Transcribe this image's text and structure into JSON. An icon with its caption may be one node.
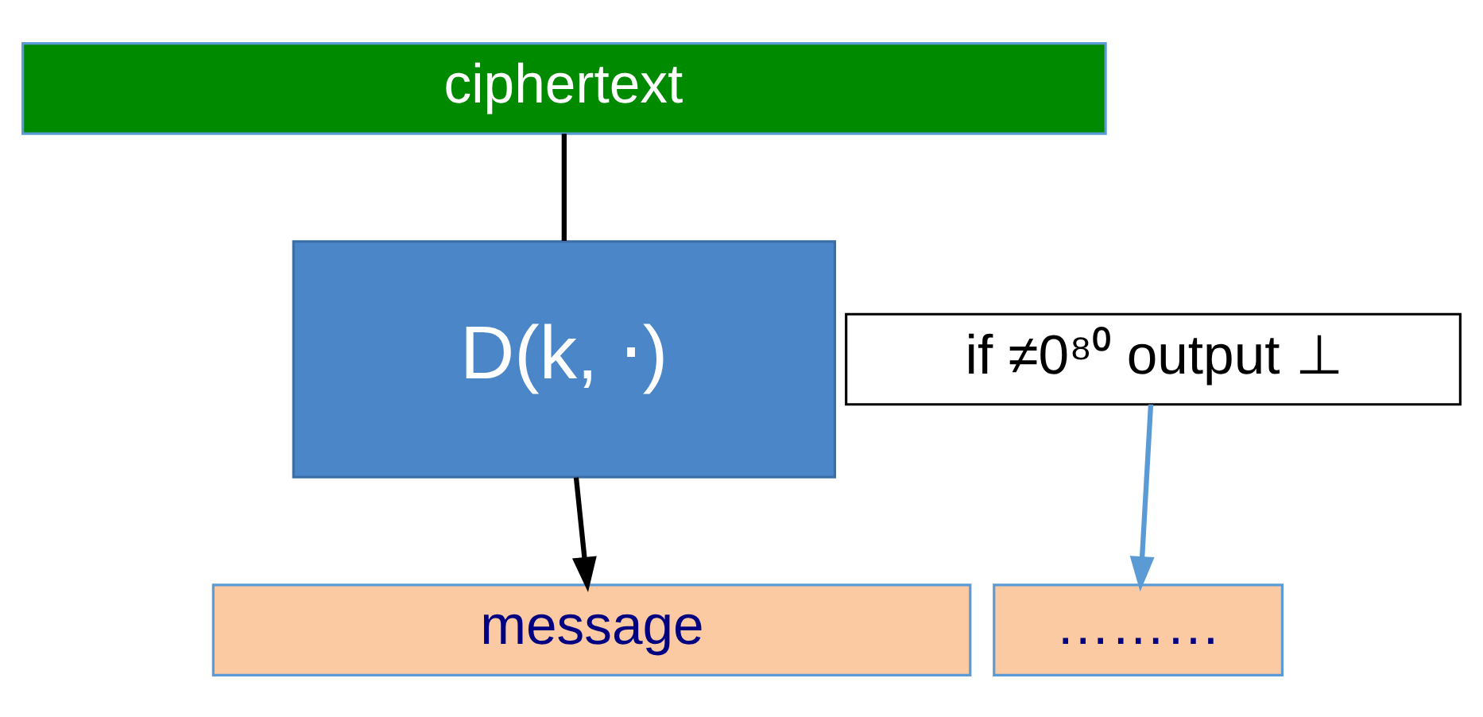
{
  "diagram": {
    "nodes": [
      {
        "text": [
          "ciphertext"
        ]
      },
      {
        "text": [
          "D(k, ⋅)"
        ]
      },
      {
        "text": [
          "message"
        ]
      },
      {
        "text": [
          "………"
        ]
      },
      {
        "text": [
          "if ≠0⁸⁰ output ⊥"
        ]
      }
    ],
    "edges": [
      {
        "from": 0,
        "to": 1,
        "arrow": "none"
      },
      {
        "from": 1,
        "to": 2,
        "arrow": "to"
      },
      {
        "from": 4,
        "to": 3,
        "arrow": "to",
        "color": "#5b9bd5"
      }
    ]
  }
}
